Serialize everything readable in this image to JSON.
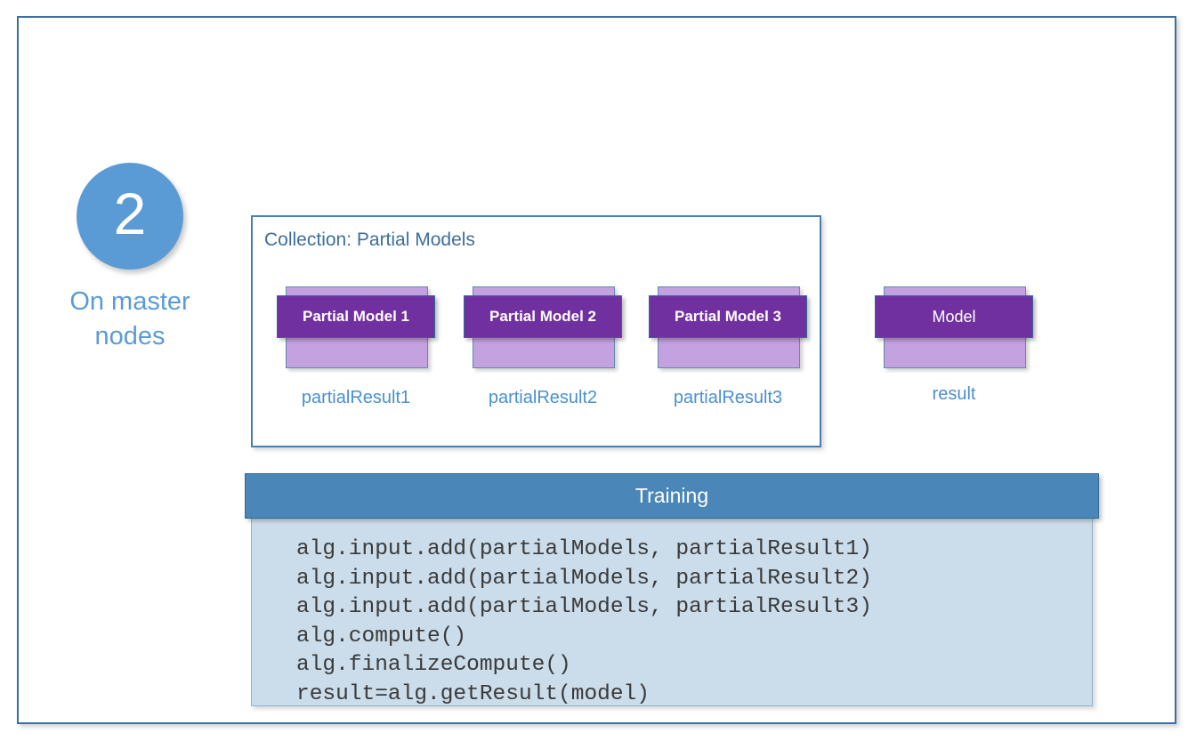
{
  "slide": {
    "border_color": "#3F6F9F",
    "background": "#ffffff"
  },
  "step": {
    "number": "2",
    "caption": "On master nodes",
    "badge_color": "#5B9BD5",
    "caption_color": "#5B9BD5"
  },
  "collection": {
    "title": "Collection: Partial Models",
    "title_color": "#3E6E9E",
    "border_color": "#4A7EB0"
  },
  "models": {
    "band_color": "#7030A0",
    "base_color": "#C3A2DF",
    "caption_color": "#4A90D0",
    "partial": [
      {
        "band_label": "Partial Model 1",
        "caption": "partialResult1"
      },
      {
        "band_label": "Partial Model 2",
        "caption": "partialResult2"
      },
      {
        "band_label": "Partial Model 3",
        "caption": "partialResult3"
      }
    ],
    "output": {
      "band_label": "Model",
      "caption": "result"
    }
  },
  "training": {
    "title": "Training",
    "header_color": "#4A86B8",
    "body_color": "#CBDCEA",
    "code": [
      "alg.input.add(partialModels, partialResult1)",
      "alg.input.add(partialModels, partialResult2)",
      "alg.input.add(partialModels, partialResult3)",
      "alg.compute()",
      "alg.finalizeCompute()",
      "result=alg.getResult(model)"
    ]
  }
}
